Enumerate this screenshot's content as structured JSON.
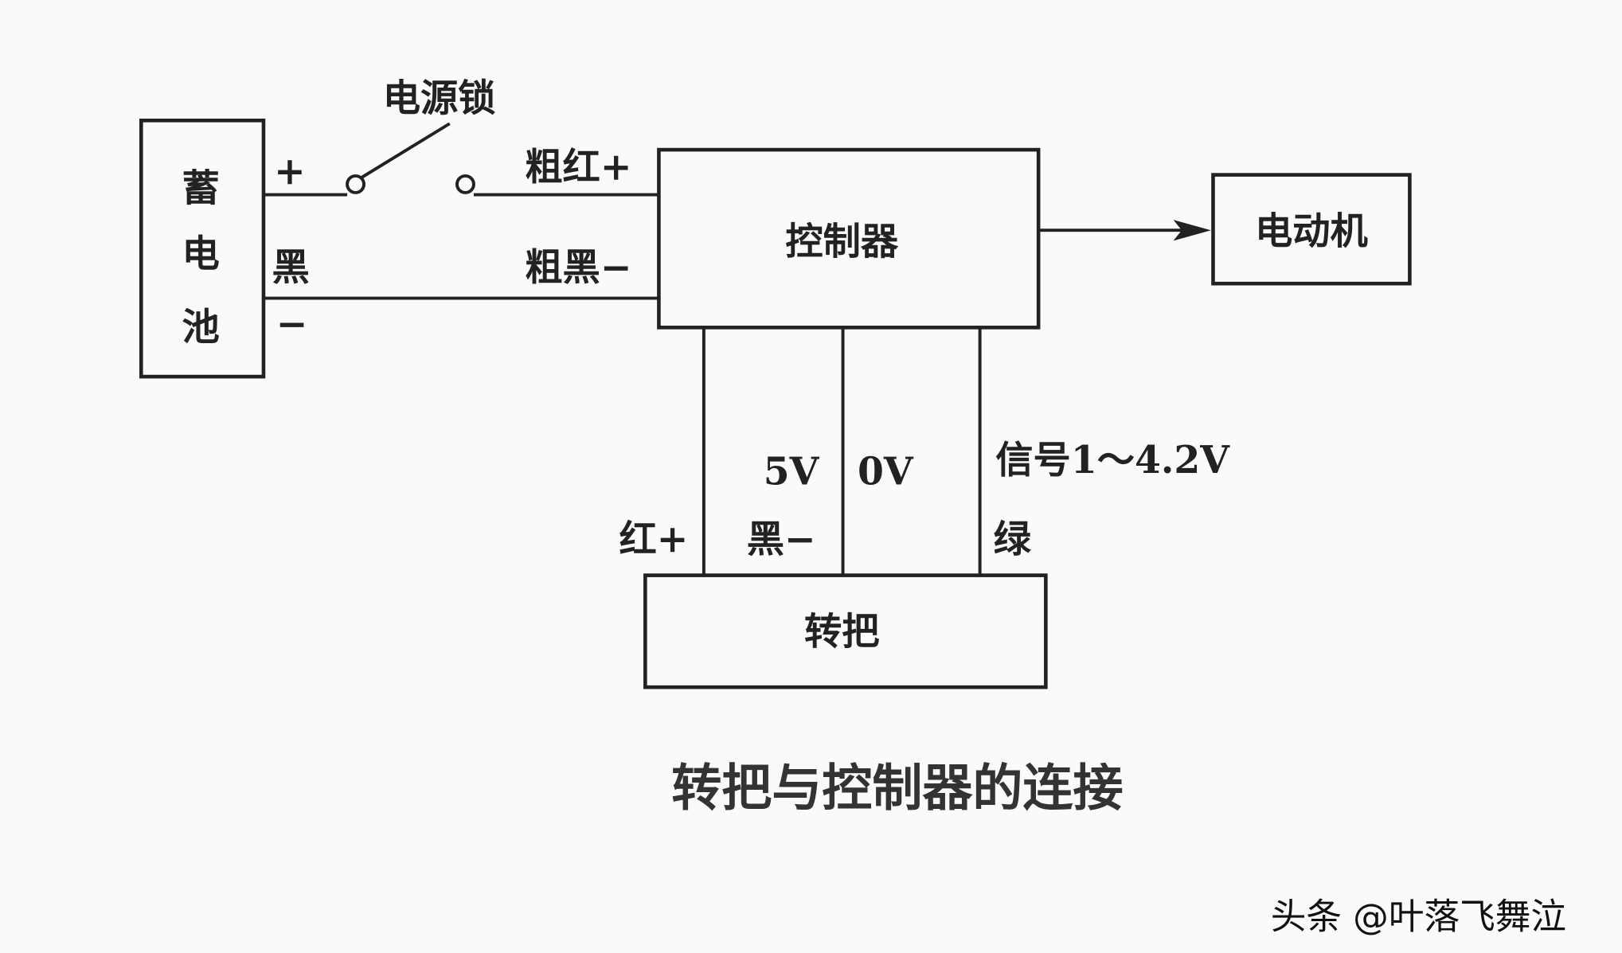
{
  "diagram": {
    "battery": {
      "chars": [
        "蓄",
        "电",
        "池"
      ]
    },
    "battery_plus": "+",
    "battery_black": "黑",
    "battery_minus": "−",
    "power_lock": "电源锁",
    "thick_red": "粗红+",
    "thick_black": "粗黑−",
    "controller": "控制器",
    "motor": "电动机",
    "v5": "5V",
    "v0": "0V",
    "signal": "信号1～4.2V",
    "red_plus": "红+",
    "black_minus": "黑−",
    "green": "绿",
    "throttle": "转把",
    "caption": "转把与控制器的连接"
  },
  "watermark": "头条 @叶落飞舞泣"
}
